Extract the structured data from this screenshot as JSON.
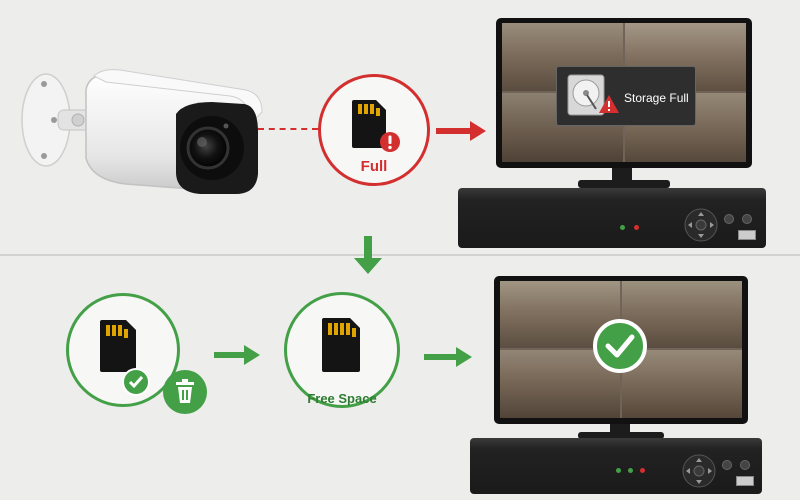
{
  "colors": {
    "full_red": "#d32f2f",
    "ok_green": "#43a047",
    "background": "#ededec"
  },
  "top": {
    "sd_card_status": "Full",
    "popup_text": "Storage Full",
    "icons": [
      "security-camera-icon",
      "sd-card-icon",
      "alert-icon",
      "hard-drive-icon",
      "warning-icon",
      "monitor-icon",
      "dvr-recorder-icon"
    ]
  },
  "bottom": {
    "sd_card_status": "Free Space",
    "icons": [
      "sd-card-icon",
      "check-icon",
      "trash-icon",
      "check-circle-icon",
      "monitor-icon",
      "dvr-recorder-icon"
    ]
  }
}
